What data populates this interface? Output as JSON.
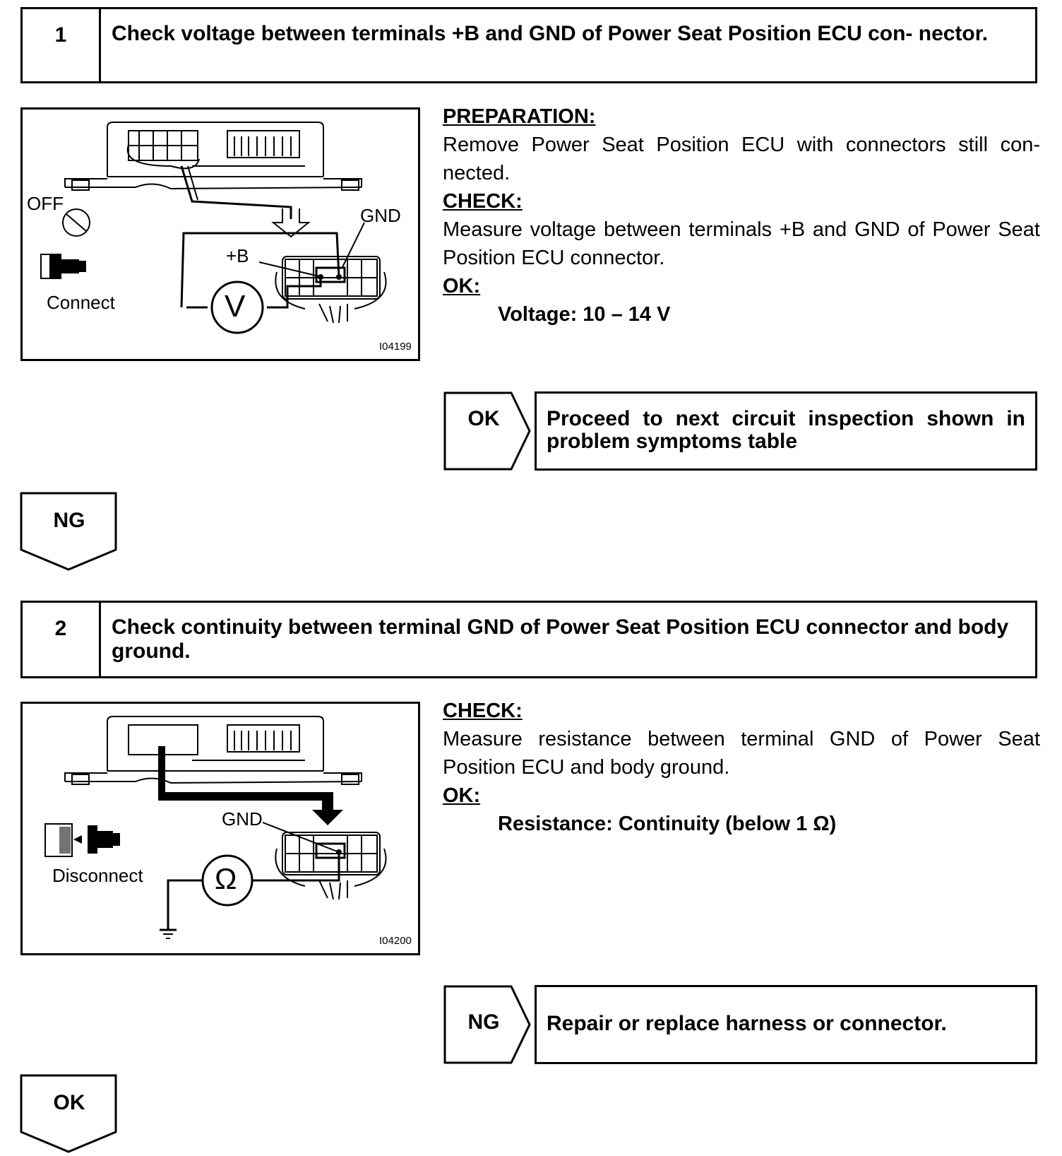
{
  "step1": {
    "number": "1",
    "title": "Check voltage between terminals +B and GND of Power Seat Position ECU con- nector.",
    "figure": {
      "off_label": "OFF",
      "connect_label": "Connect",
      "gnd_label": "GND",
      "b_label": "+B",
      "meter_symbol": "V",
      "code": "I04199"
    },
    "preparation_label": "PREPARATION:",
    "preparation_text": "Remove Power Seat Position ECU with connectors still con- nected.",
    "check_label": "CHECK:",
    "check_text": "Measure voltage between terminals +B and GND of Power Seat Position ECU connector.",
    "ok_label": "OK:",
    "ok_spec": "Voltage: 10 – 14 V",
    "result": {
      "tag": "OK",
      "text": "Proceed to next circuit inspection shown in problem symptoms table"
    },
    "flow_tag": "NG"
  },
  "step2": {
    "number": "2",
    "title": "Check continuity between terminal GND of Power Seat Position ECU connector and body ground.",
    "figure": {
      "gnd_label": "GND",
      "disconnect_label": "Disconnect",
      "meter_symbol": "Ω",
      "code": "I04200"
    },
    "check_label": "CHECK:",
    "check_text": "Measure resistance between terminal GND of Power Seat Position ECU and body ground.",
    "ok_label": "OK:",
    "ok_spec": "Resistance: Continuity (below 1 Ω)",
    "result": {
      "tag": "NG",
      "text": "Repair or replace harness or connector."
    },
    "flow_tag": "OK"
  }
}
